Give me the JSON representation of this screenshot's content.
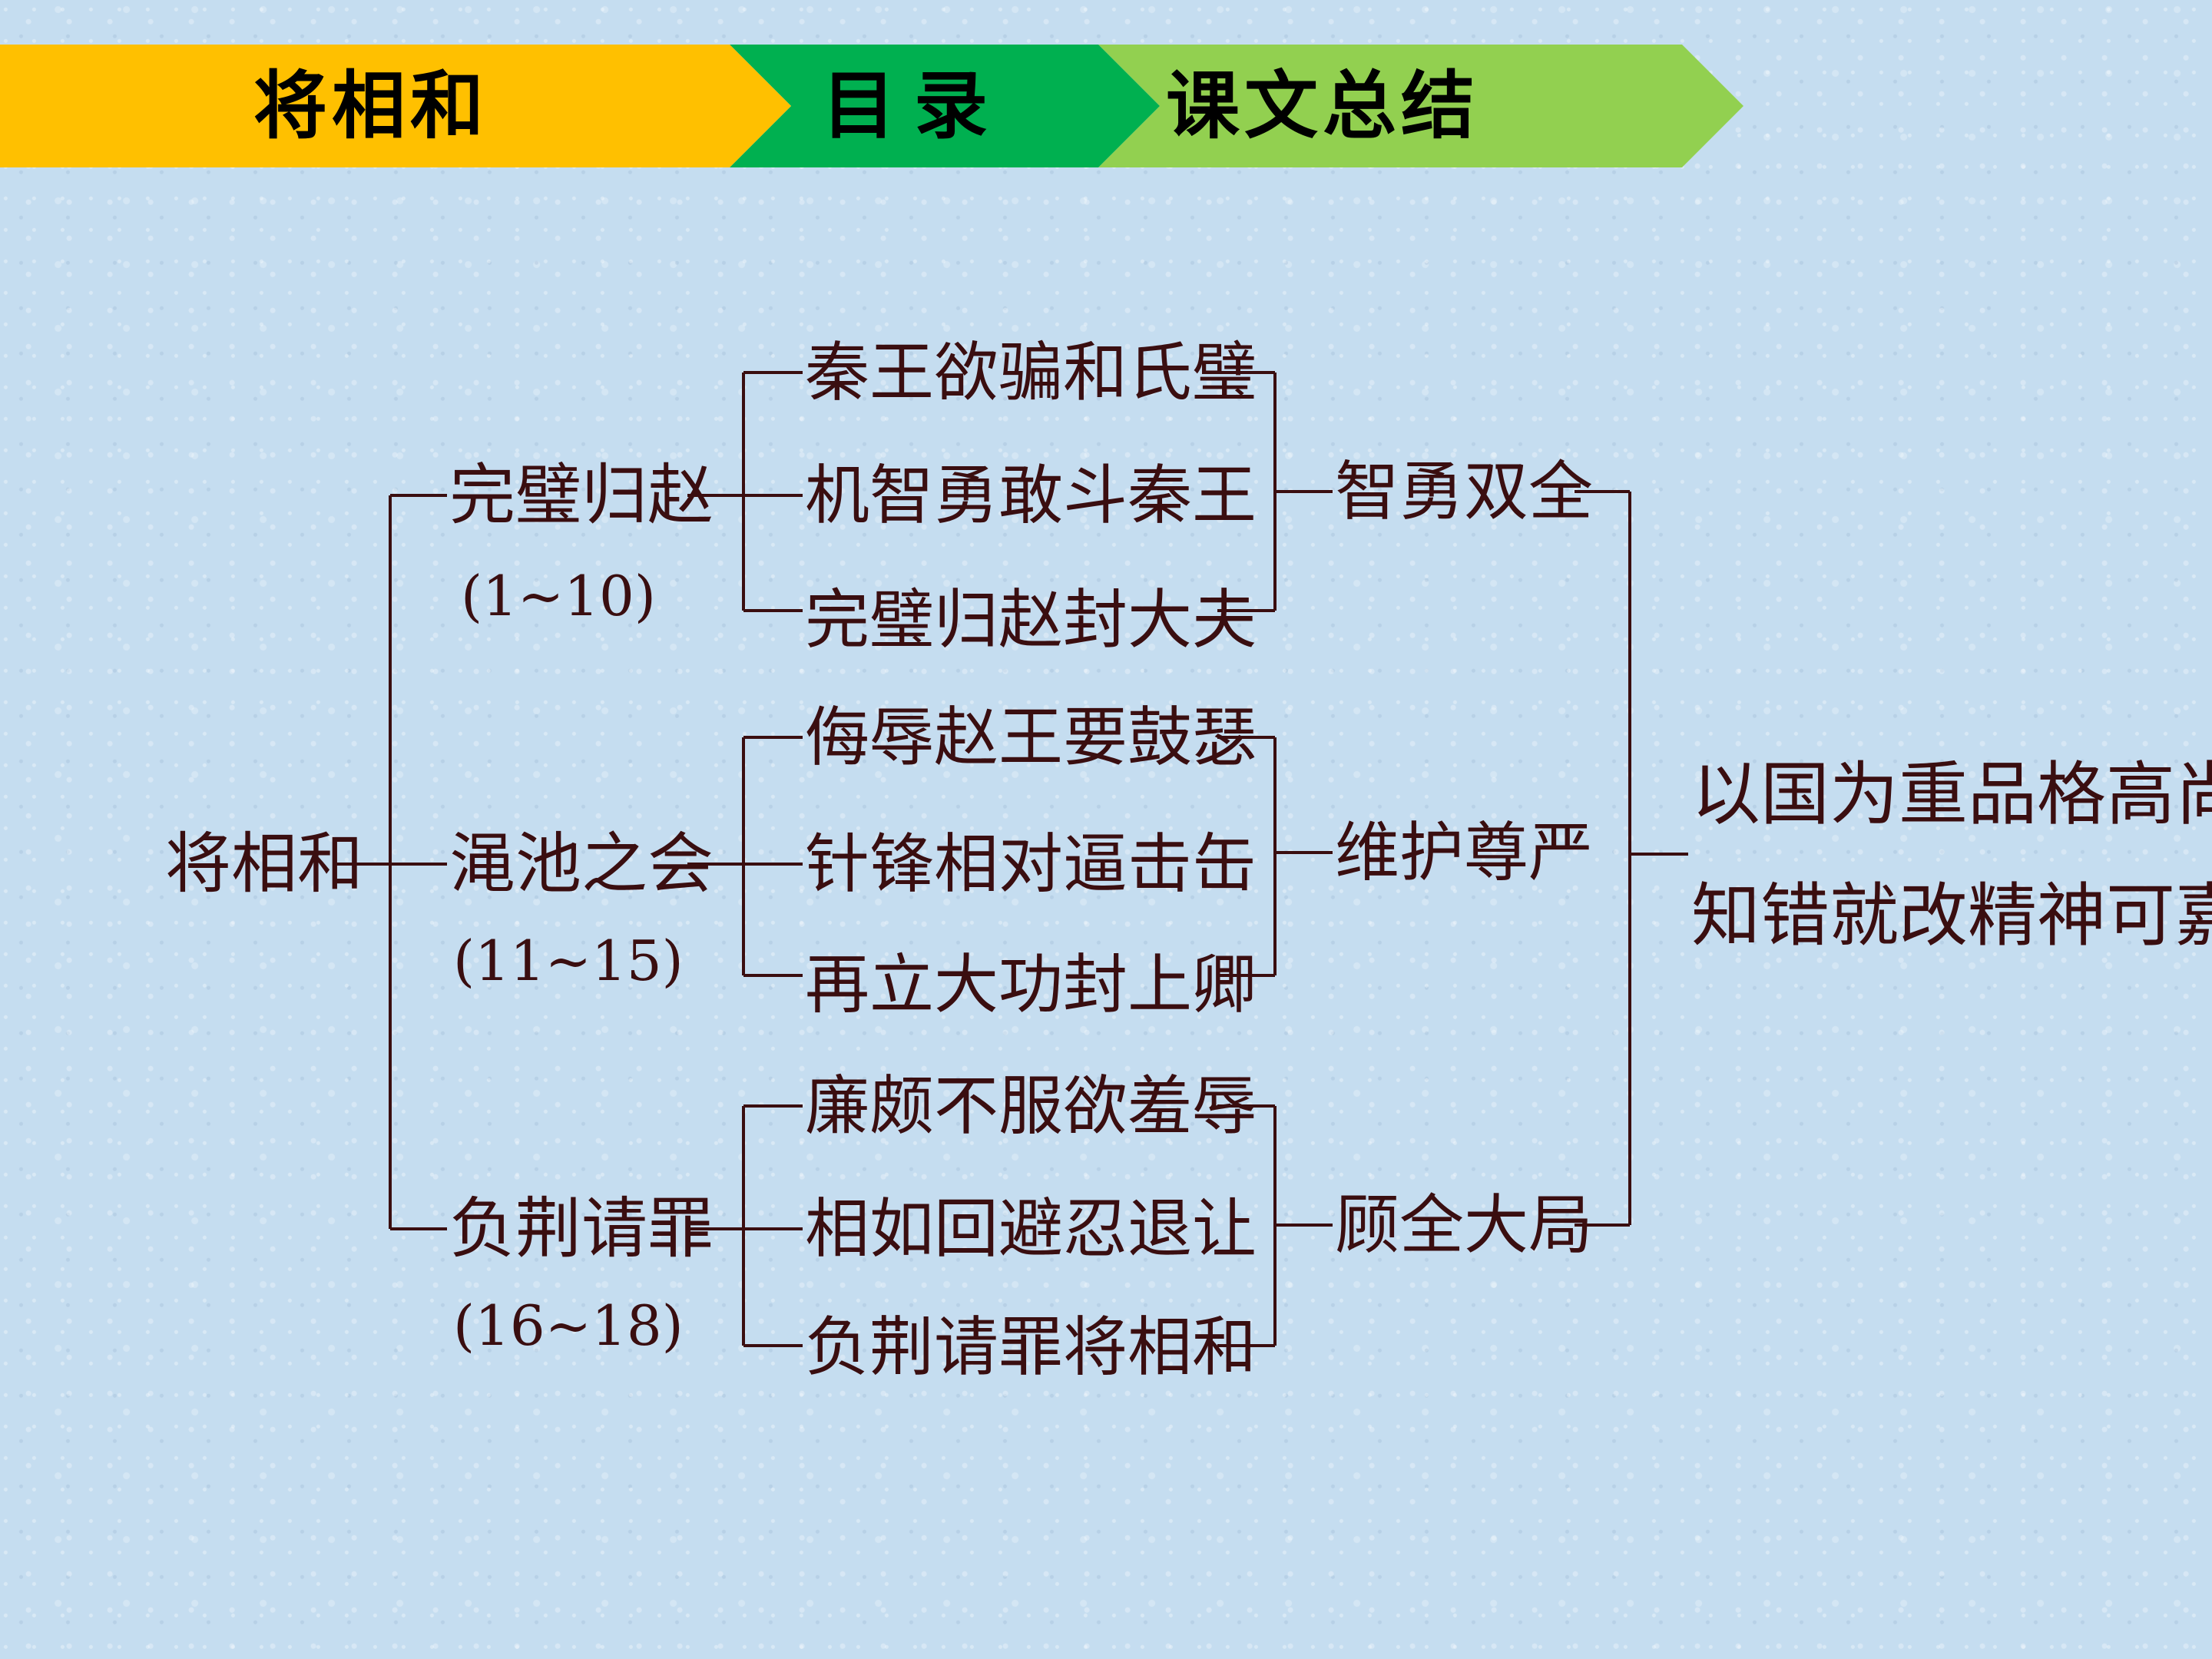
{
  "header": {
    "items": [
      {
        "label": "将相和",
        "color": "#ffc000"
      },
      {
        "label": "目录",
        "color": "#00b050"
      },
      {
        "label": "课文总结",
        "color": "#92d050"
      }
    ]
  },
  "diagram": {
    "root": "将相和",
    "sections": [
      {
        "title": "完璧归赵",
        "range": "(1~10)",
        "events": [
          "秦王欲骗和氏璧",
          "机智勇敢斗秦王",
          "完璧归赵封大夫"
        ],
        "trait": "智勇双全"
      },
      {
        "title": "渑池之会",
        "range": "(11~15)",
        "events": [
          "侮辱赵王要鼓瑟",
          "针锋相对逼击缶",
          "再立大功封上卿"
        ],
        "trait": "维护尊严"
      },
      {
        "title": "负荆请罪",
        "range": "(16~18)",
        "events": [
          "廉颇不服欲羞辱",
          "相如回避忍退让",
          "负荆请罪将相和"
        ],
        "trait": "顾全大局"
      }
    ],
    "conclusion": [
      "以国为重品格高尚",
      "知错就改精神可嘉"
    ]
  },
  "colors": {
    "ink": "#3a0e10",
    "background": "#c5ddf0"
  }
}
